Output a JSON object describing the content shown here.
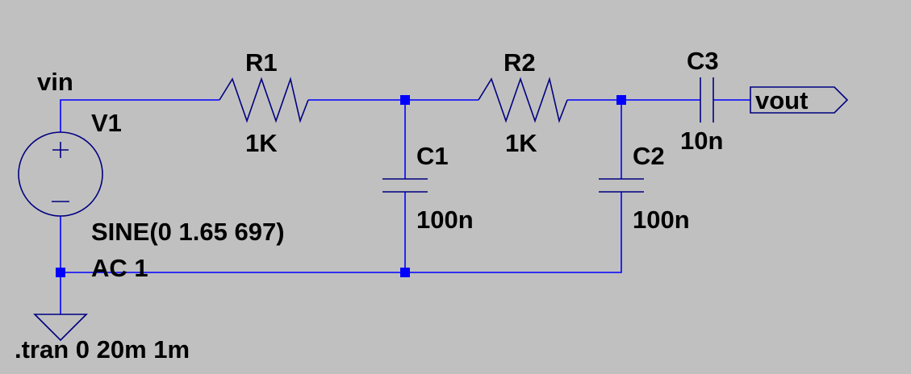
{
  "schematic": {
    "colors": {
      "background": "#c0c0c0",
      "wire": "#0000ff",
      "component": "#000080",
      "text": "#000000"
    },
    "nets": {
      "input": "vin",
      "output": "vout"
    },
    "source": {
      "ref": "V1",
      "value": "SINE(0 1.65 697)",
      "ac": "AC 1"
    },
    "resistors": [
      {
        "ref": "R1",
        "value": "1K"
      },
      {
        "ref": "R2",
        "value": "1K"
      }
    ],
    "capacitors": [
      {
        "ref": "C1",
        "value": "100n"
      },
      {
        "ref": "C2",
        "value": "100n"
      },
      {
        "ref": "C3",
        "value": "10n"
      }
    ],
    "directive": ".tran 0 20m 1m",
    "icons": [
      "voltage-source-icon",
      "resistor-icon",
      "capacitor-icon",
      "ground-icon",
      "output-port-icon"
    ]
  }
}
